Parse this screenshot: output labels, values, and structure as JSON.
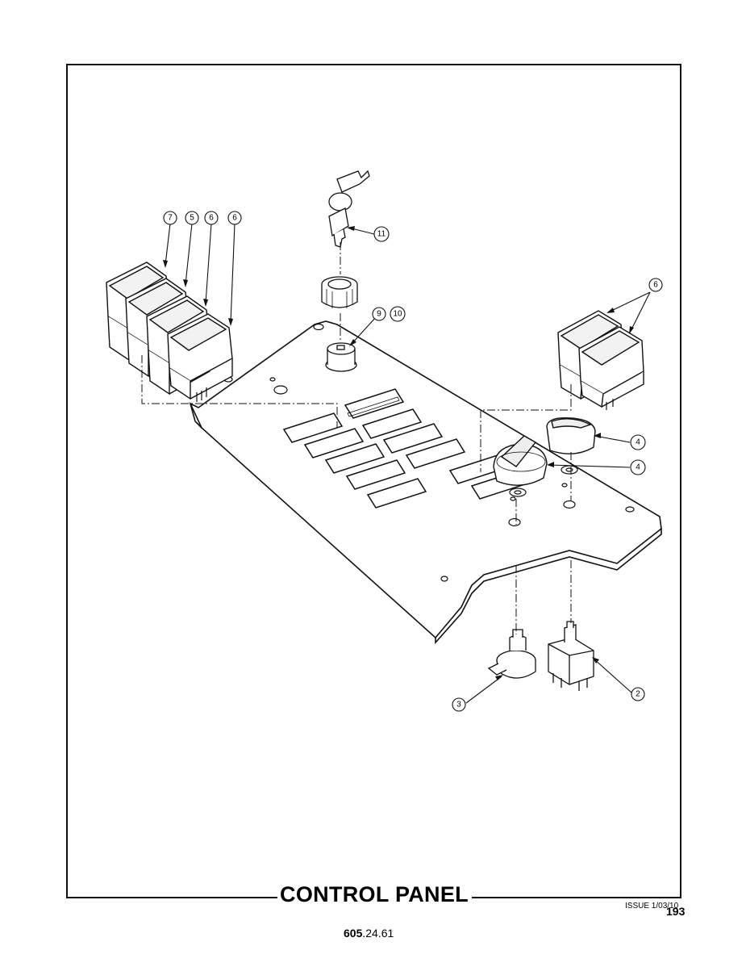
{
  "title": "CONTROL PANEL",
  "issue": "ISSUE 1/03/10",
  "page_number": "193",
  "document_number": {
    "prefix": "605",
    "suffix": ".24.61"
  },
  "callouts": [
    {
      "id": "switch-a",
      "label": "7"
    },
    {
      "id": "switch-b",
      "label": "5"
    },
    {
      "id": "switch-c",
      "label": "6"
    },
    {
      "id": "switch-d",
      "label": "6"
    },
    {
      "id": "key",
      "label": "11"
    },
    {
      "id": "lock-a",
      "label": "9"
    },
    {
      "id": "lock-b",
      "label": "10"
    },
    {
      "id": "right-switches",
      "label": "6"
    },
    {
      "id": "knob-upper",
      "label": "4"
    },
    {
      "id": "knob-lower",
      "label": "4"
    },
    {
      "id": "switch-block",
      "label": "2"
    },
    {
      "id": "potentiometer",
      "label": "3"
    }
  ]
}
